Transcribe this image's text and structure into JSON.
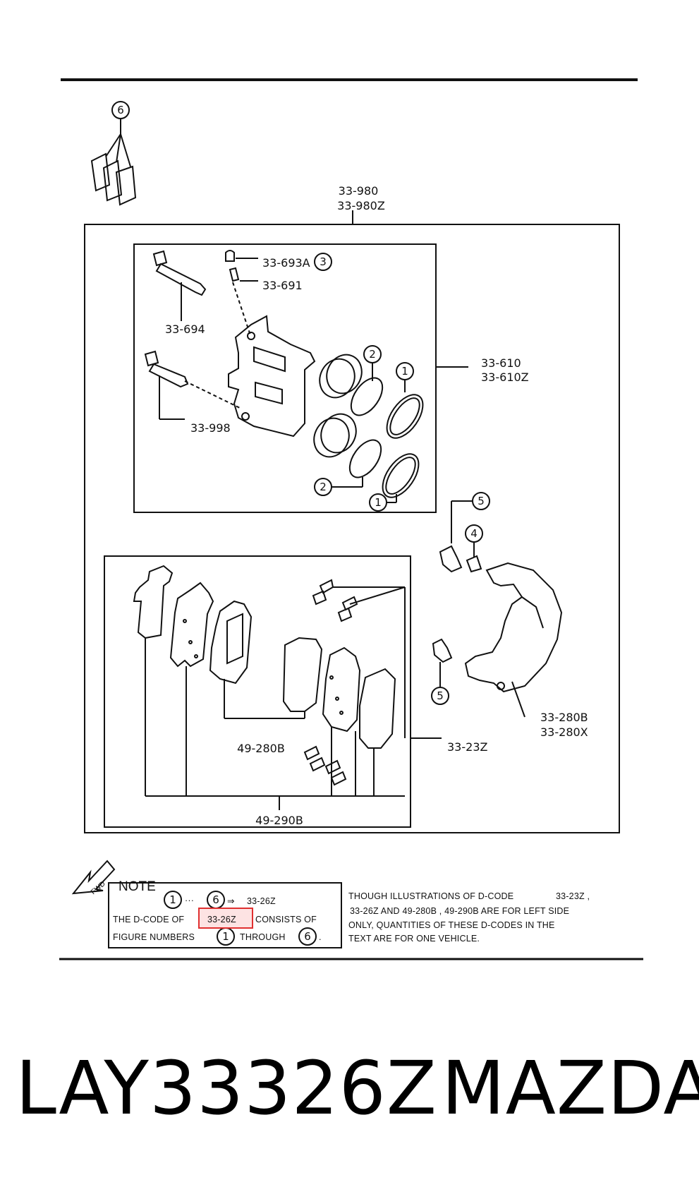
{
  "labels": {
    "assembly_main": "33-980",
    "assembly_main_z": "33-980Z",
    "bleeder_cap": "33-693A",
    "bleeder_screw": "33-691",
    "guide_pin_upper": "33-694",
    "guide_pin_lower": "33-998",
    "caliper": "33-610",
    "caliper_z": "33-610Z",
    "bracket": "33-280B",
    "bracket_x": "33-280X",
    "pad_hardware": "33-23Z",
    "pad_set_b": "49-280B",
    "pad_set_c": "49-290B"
  },
  "callouts": {
    "c1": "1",
    "c2": "2",
    "c3": "3",
    "c4": "4",
    "c5": "5",
    "c6": "6"
  },
  "note": {
    "title": "NOTE",
    "line1_dots": "···",
    "line1_arrow": "⇒",
    "line1_code": "33-26Z",
    "line2_prefix": "THE D-CODE OF",
    "line2_code": "33-26Z",
    "line2_suffix": "CONSISTS OF",
    "line3_prefix": "FIGURE NUMBERS",
    "line3_mid": "THROUGH",
    "line3_end": ".",
    "fwd": "FWD"
  },
  "disclaimer": {
    "line1": "THOUGH ILLUSTRATIONS OF D-CODE",
    "line1_code": "33-23Z ,",
    "line2": "33-26Z AND 49-280B , 49-290B ARE FOR LEFT SIDE",
    "line3": "ONLY, QUANTITIES OF THESE D-CODES IN THE",
    "line4": "TEXT ARE FOR ONE VEHICLE."
  },
  "footer": {
    "part_number": "LAY33326Z",
    "brand": "MAZDA"
  },
  "colors": {
    "ink": "#111111",
    "highlight_border": "#e03030",
    "highlight_fill": "#fde3e3"
  }
}
